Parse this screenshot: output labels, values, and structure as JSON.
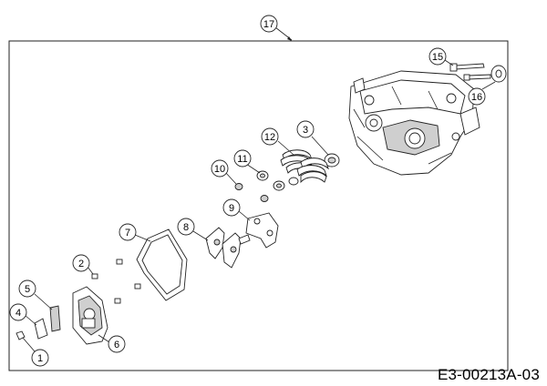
{
  "diagram": {
    "reference_code": "E3-00213A-03",
    "callouts": [
      "1",
      "2",
      "3",
      "4",
      "5",
      "6",
      "7",
      "8",
      "9",
      "10",
      "11",
      "12",
      "15",
      "16",
      "17"
    ]
  }
}
